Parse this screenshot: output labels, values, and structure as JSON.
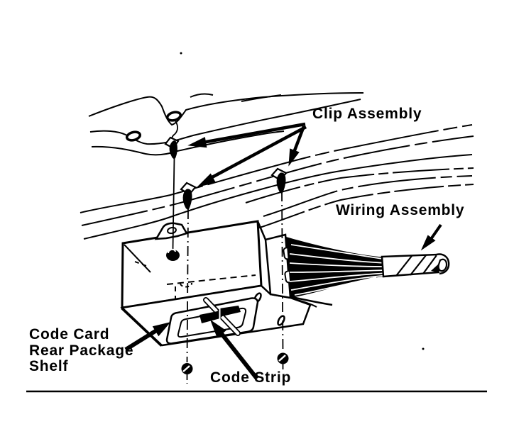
{
  "figure": {
    "type": "technical-illustration",
    "subject": "Rear package shelf code card and wiring installation",
    "labels": {
      "clip_assembly": "Clip Assembly",
      "wiring_assembly": "Wiring Assembly",
      "code_card_line1": "Code Card",
      "code_card_line2": "Rear Package",
      "code_card_line3": "Shelf",
      "code_strip": "Code Strip"
    },
    "colors": {
      "ink": "#000000",
      "paper": "#ffffff"
    }
  }
}
